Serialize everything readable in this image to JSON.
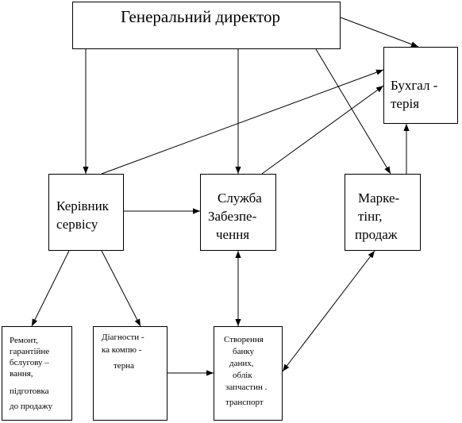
{
  "diagram": {
    "nodes": {
      "general_director": {
        "lines": [
          "Генеральний директор"
        ]
      },
      "accounting": {
        "lines": [
          "Бухгал -",
          "терія"
        ]
      },
      "service_head": {
        "lines": [
          "Керівник",
          "сервісу"
        ]
      },
      "supply_service": {
        "lines": [
          "Служба",
          "Забезпе-",
          "чення"
        ]
      },
      "marketing": {
        "lines": [
          "Марке-",
          "тінг,",
          "продаж"
        ]
      },
      "repair": {
        "lines": [
          "Ремонт,",
          "гарантійне",
          "бслугову –",
          "вання,",
          "підготовка",
          "до продажу"
        ]
      },
      "diagnostics": {
        "lines": [
          "Діагности -",
          "ка компю -",
          "терна"
        ]
      },
      "database": {
        "lines": [
          "Створення",
          "банку",
          "даних,",
          "облік",
          "запчастин .",
          "транспорт"
        ]
      }
    },
    "edges": [
      {
        "from": "general_director",
        "to": "service_head",
        "direction": "forward"
      },
      {
        "from": "general_director",
        "to": "supply_service",
        "direction": "forward"
      },
      {
        "from": "general_director",
        "to": "marketing",
        "direction": "forward"
      },
      {
        "from": "general_director",
        "to": "accounting",
        "direction": "forward"
      },
      {
        "from": "service_head",
        "to": "accounting",
        "direction": "forward"
      },
      {
        "from": "supply_service",
        "to": "accounting",
        "direction": "forward"
      },
      {
        "from": "marketing",
        "to": "accounting",
        "direction": "forward"
      },
      {
        "from": "service_head",
        "to": "supply_service",
        "direction": "forward"
      },
      {
        "from": "service_head",
        "to": "repair",
        "direction": "forward"
      },
      {
        "from": "service_head",
        "to": "diagnostics",
        "direction": "forward"
      },
      {
        "from": "diagnostics",
        "to": "database",
        "direction": "forward"
      },
      {
        "from": "supply_service",
        "to": "database",
        "direction": "both"
      },
      {
        "from": "database",
        "to": "marketing",
        "direction": "both"
      }
    ]
  },
  "colors": {
    "line": "#000000",
    "box_border": "#000000",
    "background": "#ffffff"
  }
}
